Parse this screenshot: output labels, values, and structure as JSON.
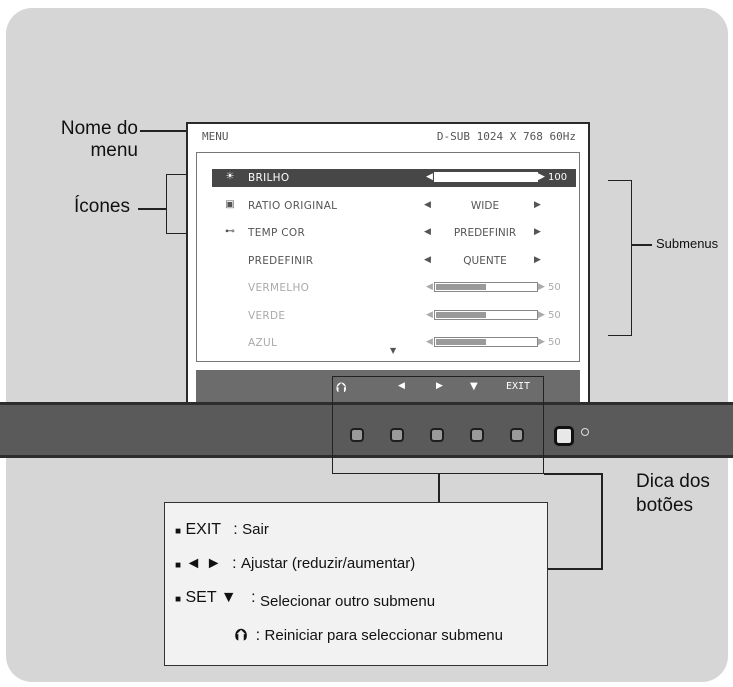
{
  "callouts": {
    "menu_name": [
      "Nome do",
      "menu"
    ],
    "icons": "Ícones",
    "submenus": "Submenus",
    "button_tip": [
      "Dica dos",
      "botões"
    ]
  },
  "osd": {
    "title": "MENU",
    "signal": "D-SUB 1024 X 768 60Hz",
    "rows": [
      {
        "icon": "sun-icon",
        "glyph": "☀",
        "name": "BRILHO",
        "type": "bar",
        "level": 100,
        "value": "100",
        "state": "active"
      },
      {
        "icon": "aspect-icon",
        "glyph": "▣",
        "name": "RATIO ORIGINAL",
        "type": "option",
        "value": "WIDE",
        "state": "normal"
      },
      {
        "icon": "thermometer-icon",
        "glyph": "⊷",
        "name": "TEMP COR",
        "type": "option",
        "value": "PREDEFINIR",
        "state": "normal"
      },
      {
        "icon": "",
        "glyph": "",
        "name": "PREDEFINIR",
        "type": "option",
        "value": "QUENTE",
        "state": "normal"
      },
      {
        "icon": "",
        "glyph": "",
        "name": "VERMELHO",
        "type": "bar",
        "level": 50,
        "value": "50",
        "state": "dim"
      },
      {
        "icon": "",
        "glyph": "",
        "name": "VERDE",
        "type": "bar",
        "level": 50,
        "value": "50",
        "state": "dim"
      },
      {
        "icon": "",
        "glyph": "",
        "name": "AZUL",
        "type": "bar",
        "level": 50,
        "value": "50",
        "state": "dim"
      }
    ],
    "button_strip": {
      "return": "⮉",
      "left": "◀",
      "right": "▶",
      "down": "▼",
      "exit": "EXIT"
    }
  },
  "legend": {
    "rows": [
      {
        "bullet": "■",
        "key": "EXIT",
        "sep": ":",
        "desc": "Sair"
      },
      {
        "bullet": "■",
        "key": "◄ ►",
        "sep": ":",
        "desc": "Ajustar (reduzir/aumentar)"
      },
      {
        "bullet": "■",
        "key": "SET ▼",
        "sep": ":",
        "desc": "Selecionar outro submenu"
      },
      {
        "bullet": "",
        "key": "⮉",
        "sep": ":",
        "desc": "Reiniciar para seleccionar submenu"
      }
    ]
  },
  "colors": {
    "frame": "#d6d6d6",
    "bezel": "#5a5a5a",
    "active_row": "#474747"
  }
}
